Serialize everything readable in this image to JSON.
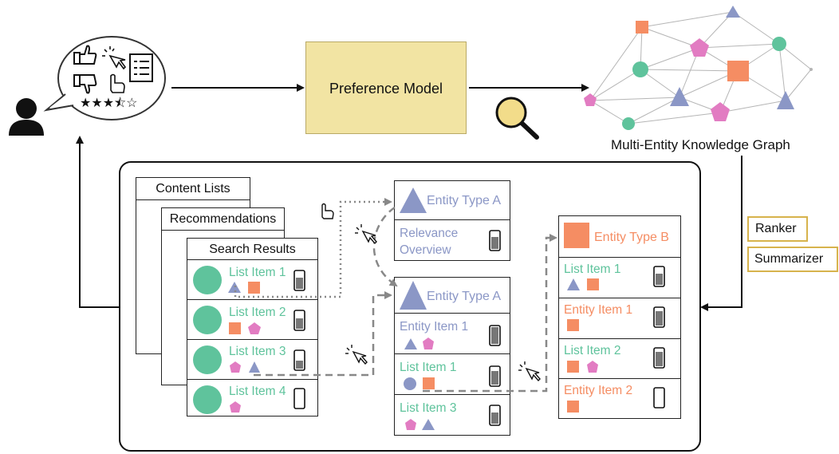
{
  "preference_model": {
    "label": "Preference Model"
  },
  "knowledge_graph": {
    "caption": "Multi-Entity Knowledge Graph"
  },
  "side_tags": {
    "ranker": "Ranker",
    "summarizer": "Summarizer"
  },
  "feedback_bubble": {
    "stars": "★★★⯪☆"
  },
  "panels": {
    "content_lists": "Content Lists",
    "recommendations": "Recommendations",
    "search_results": "Search Results"
  },
  "search_results": [
    {
      "label": "List Item 1"
    },
    {
      "label": "List Item 2"
    },
    {
      "label": "List Item 3"
    },
    {
      "label": "List Item 4"
    }
  ],
  "entity_card_top": {
    "title": "Entity Type A",
    "relevance": "Relevance Overview"
  },
  "entity_card_mid": {
    "title": "Entity Type A",
    "items": [
      {
        "label": "Entity Item 1"
      },
      {
        "label": "List Item 1"
      },
      {
        "label": "List Item 3"
      }
    ]
  },
  "entity_card_right": {
    "title": "Entity Type B",
    "items": [
      {
        "label": "List Item 1"
      },
      {
        "label": "Entity Item 1"
      },
      {
        "label": "List Item 2"
      },
      {
        "label": "Entity Item 2"
      }
    ]
  },
  "colors": {
    "teal": "#5fc39c",
    "blue": "#8b97c6",
    "orange": "#f58d63",
    "pink": "#e27cc2",
    "preference_fill": "#f2e4a3",
    "tag_border": "#d7b34c"
  }
}
